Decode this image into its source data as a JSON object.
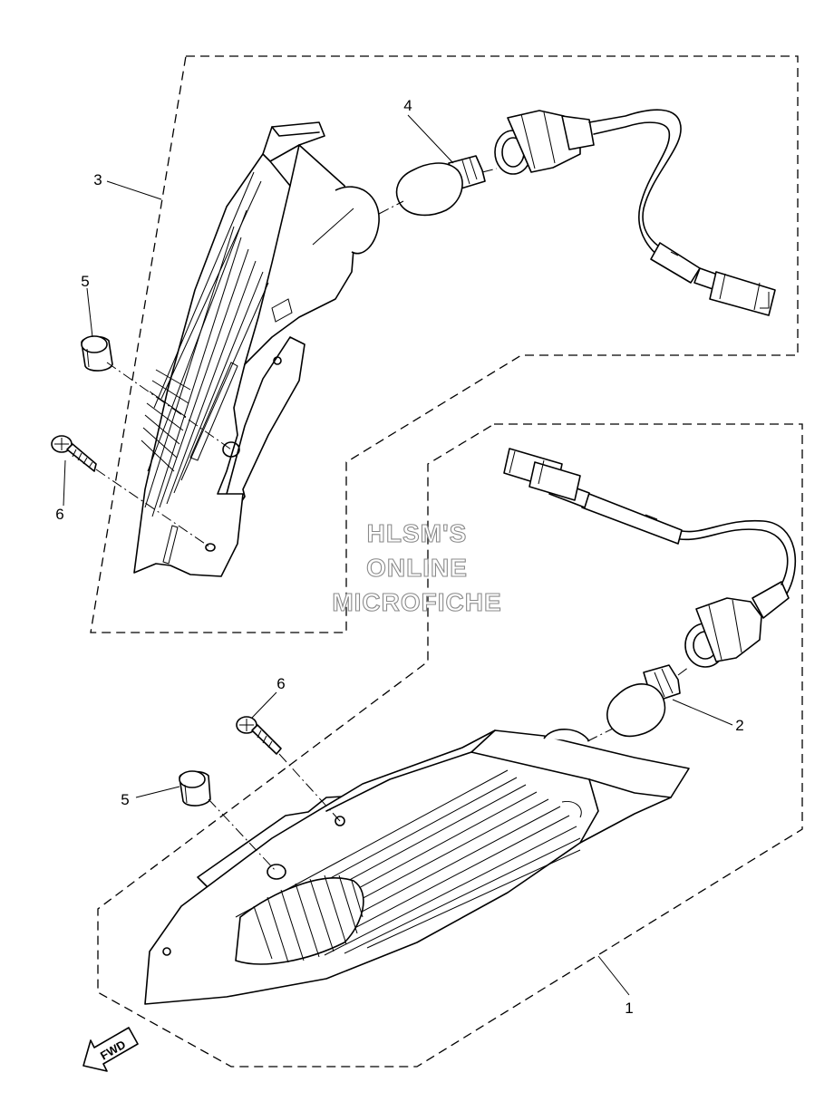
{
  "diagram": {
    "callouts": {
      "part_1": "1",
      "part_2": "2",
      "part_3": "3",
      "part_4": "4",
      "part_5_upper": "5",
      "part_5_lower": "5",
      "part_6_upper": "6",
      "part_6_lower": "6"
    },
    "watermark": {
      "line1": "HLSM'S",
      "line2": "ONLINE",
      "line3": "MICROFICHE"
    },
    "direction_label": "FWD"
  }
}
